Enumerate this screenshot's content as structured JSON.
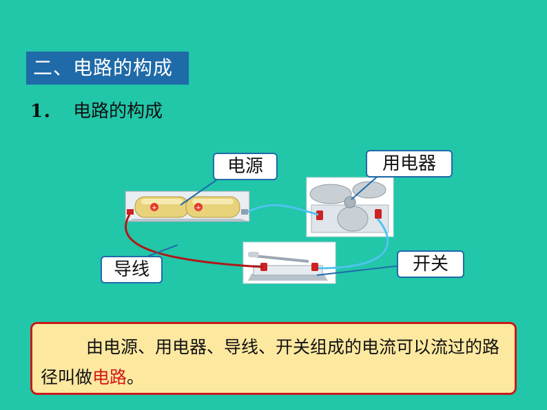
{
  "section_title": "二、电路的构成",
  "subtitle": {
    "number": "1．",
    "text": "电路的构成"
  },
  "labels": {
    "power": "电源",
    "appliance": "用电器",
    "wire": "导线",
    "switch": "开关"
  },
  "definition": {
    "text_before": "由电源、用电器、导线、开关组成的电流可以流过的路径叫做",
    "highlight": "电路",
    "text_after": "。"
  },
  "colors": {
    "background": "#22c6a9",
    "title_bg": "#1f6aa8",
    "definition_bg": "#fde8a0",
    "definition_border": "#c81919",
    "highlight": "#d21818"
  }
}
